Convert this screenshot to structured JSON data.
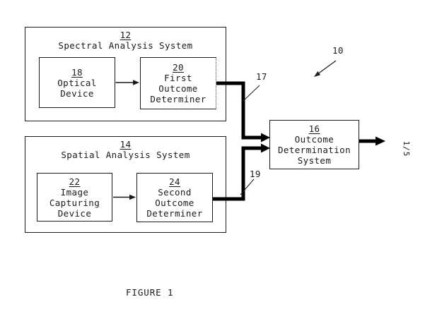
{
  "colors": {
    "ink": "#1a1a1a",
    "background": "#ffffff"
  },
  "figure": {
    "caption": "FIGURE 1",
    "sheet_number": "1/5",
    "overall_ref": "10"
  },
  "spectral_system": {
    "ref": "12",
    "title": "Spectral Analysis System",
    "optical_device": {
      "ref": "18",
      "lines": [
        "Optical",
        "Device"
      ]
    },
    "first_outcome_determiner": {
      "ref": "20",
      "lines": [
        "First",
        "Outcome",
        "Determiner"
      ]
    }
  },
  "spatial_system": {
    "ref": "14",
    "title": "Spatial Analysis System",
    "image_capturing_device": {
      "ref": "22",
      "lines": [
        "Image",
        "Capturing",
        "Device"
      ]
    },
    "second_outcome_determiner": {
      "ref": "24",
      "lines": [
        "Second",
        "Outcome",
        "Determiner"
      ]
    }
  },
  "outcome_determination_system": {
    "ref": "16",
    "lines": [
      "Outcome",
      "Determination",
      "System"
    ]
  },
  "connectors": {
    "spectral_to_outcome_ref": "17",
    "spatial_to_outcome_ref": "19"
  }
}
